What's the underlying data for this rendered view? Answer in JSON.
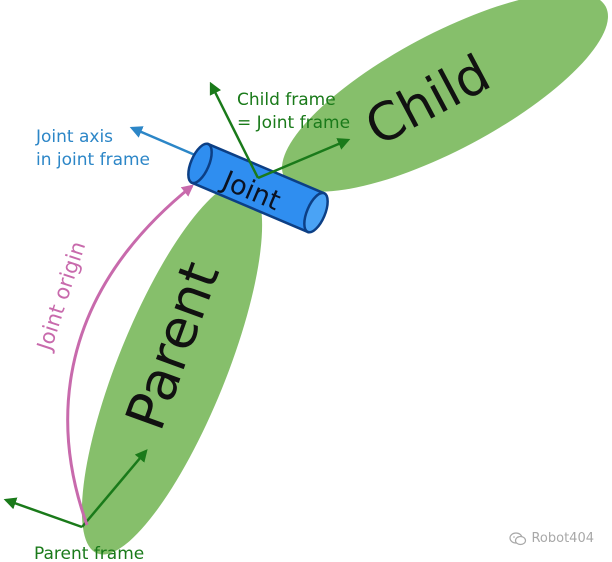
{
  "colors": {
    "link_fill": "#86bf6b",
    "joint_fill": "#2f8ef0",
    "joint_stroke": "#0c3f85",
    "frame_green": "#1a7a1a",
    "axis_blue": "#2c86c7",
    "origin_pink": "#c86aac",
    "watermark": "#a8a8a8"
  },
  "labels": {
    "child": "Child",
    "parent": "Parent",
    "joint": "Joint",
    "child_frame_line1": "Child frame",
    "child_frame_line2": "= Joint frame",
    "joint_axis_line1": "Joint axis",
    "joint_axis_line2": "in joint frame",
    "joint_origin": "Joint origin",
    "parent_frame": "Parent frame"
  },
  "watermark": {
    "text": "Robot404",
    "icon": "wechat-icon"
  }
}
